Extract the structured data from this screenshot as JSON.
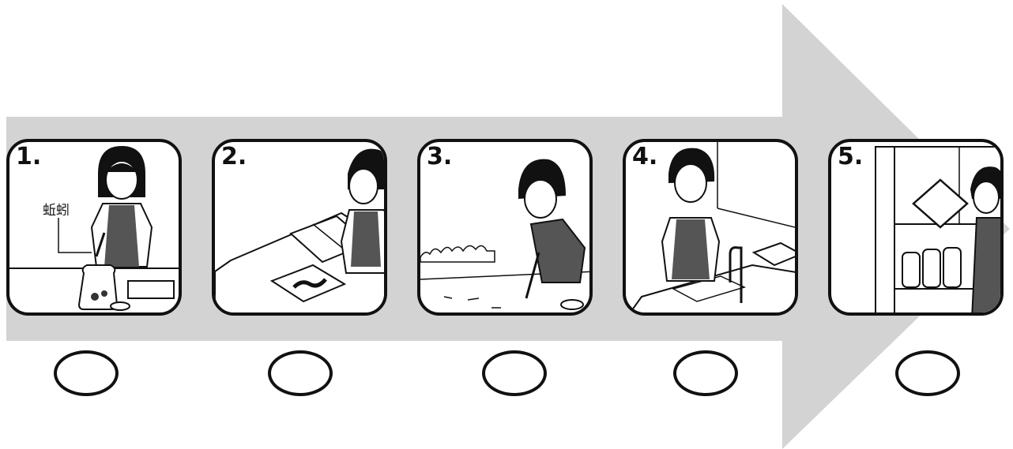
{
  "steps": [
    {
      "number": "1",
      "label": "蚯蚓"
    },
    {
      "number": "2"
    },
    {
      "number": "3"
    },
    {
      "number": "4"
    },
    {
      "number": "5"
    }
  ],
  "colors": {
    "arrow": "#d3d3d3",
    "line": "#111111",
    "background": "#ffffff"
  },
  "icons": [
    "arrow-right-icon"
  ]
}
